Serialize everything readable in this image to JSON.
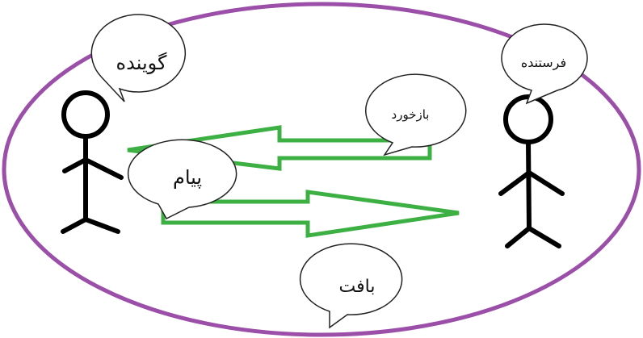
{
  "diagram": {
    "labels": {
      "speaker": "گوینده",
      "sender": "فرستنده",
      "feedback": "بازخورد",
      "message": "پیام",
      "context": "بافت"
    },
    "colors": {
      "context_ellipse": "#9b4fa8",
      "arrows": "#3cb043",
      "figures": "#000000",
      "bubble_fill": "#ffffff",
      "bubble_stroke": "#222222"
    }
  }
}
